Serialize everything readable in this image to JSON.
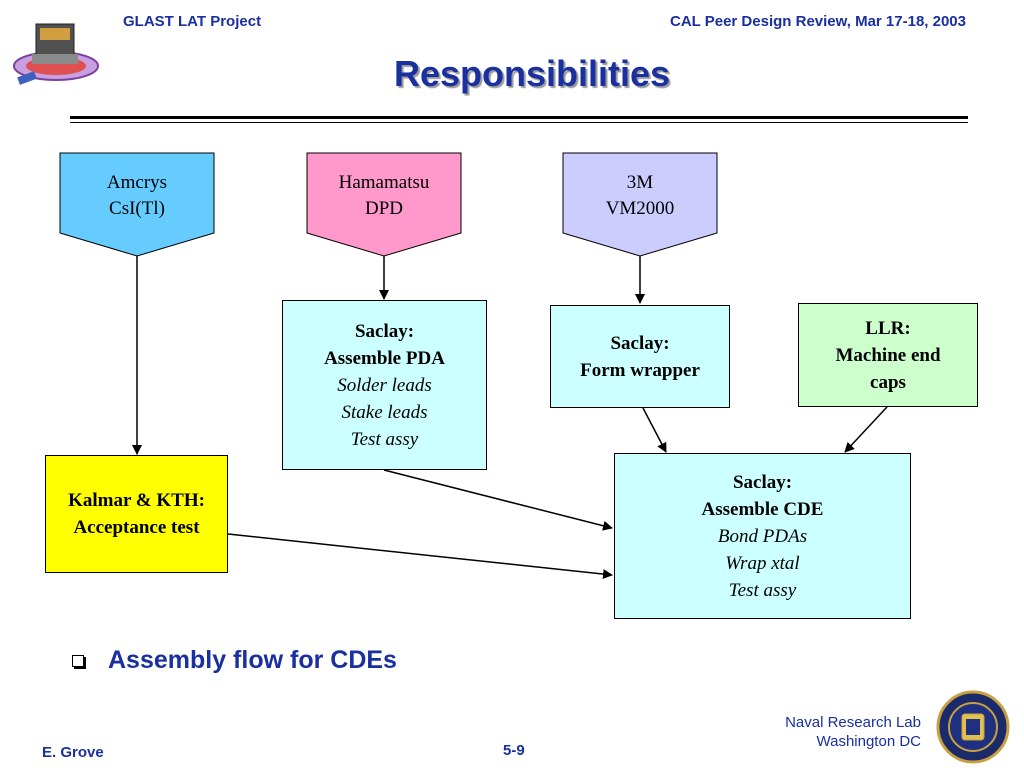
{
  "header": {
    "left": "GLAST LAT Project",
    "right": "CAL Peer Design Review, Mar 17-18, 2003"
  },
  "title": "Responsibilities",
  "sources": [
    {
      "line1": "Amcrys",
      "line2": "CsI(Tl)",
      "color": "#66ccff"
    },
    {
      "line1": "Hamamatsu",
      "line2": "DPD",
      "color": "#ff99cc"
    },
    {
      "line1": "3M",
      "line2": "VM2000",
      "color": "#ccccff"
    }
  ],
  "boxes": {
    "pda": {
      "line1": "Saclay:",
      "line2": "Assemble PDA",
      "steps": [
        "Solder leads",
        "Stake leads",
        "Test assy"
      ]
    },
    "wrapper": {
      "line1": "Saclay:",
      "line2": "Form wrapper"
    },
    "llr": {
      "line1": "LLR:",
      "line2": "Machine end",
      "line3": "caps"
    },
    "kalmar": {
      "line1": "Kalmar & KTH:",
      "line2": "Acceptance test"
    },
    "cde": {
      "line1": "Saclay:",
      "line2": "Assemble CDE",
      "steps": [
        "Bond PDAs",
        "Wrap xtal",
        "Test assy"
      ]
    }
  },
  "colors": {
    "light_cyan": "#ccffff",
    "light_green": "#ccffcc",
    "yellow": "#ffff00",
    "text_blue": "#1a2fa0"
  },
  "bullet": "Assembly flow for CDEs",
  "footer": {
    "author": "E. Grove",
    "page": "5-9",
    "org_line1": "Naval Research Lab",
    "org_line2": "Washington DC"
  }
}
